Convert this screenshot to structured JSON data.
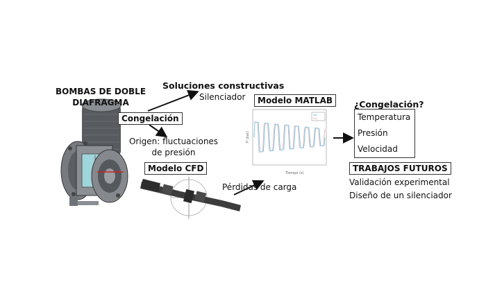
{
  "pump": {
    "title_line1": "BOMBAS DE DOBLE",
    "title_line2": "DIAFRAGMA"
  },
  "congelacion_box": "Congelación",
  "soluciones": {
    "title": "Soluciones constructivas",
    "item": "Silenciador"
  },
  "origen": {
    "line1": "Origen: fluctuaciones",
    "line2": "de presión"
  },
  "cfd": {
    "label": "Modelo CFD",
    "perdidas": "Pérdidas de carga"
  },
  "matlab": {
    "label": "Modelo MATLAB",
    "legend": [
      "",
      ""
    ],
    "xlabel": "Tiempo (s)",
    "ylabel": "P (bar)"
  },
  "question": {
    "title": "¿Congelación?",
    "items": [
      "Temperatura",
      "Presión",
      "Velocidad"
    ]
  },
  "futuros": {
    "title": "TRABAJOS FUTUROS",
    "items": [
      "Validación experimental",
      "Diseño de un silenciador"
    ]
  },
  "colors": {
    "line_a": "#7ec9e8",
    "line_b": "#e6b8b8",
    "pump_body": "#6f7377",
    "pump_cyan": "#9fd6dc",
    "pipe": "#3c3c3c"
  }
}
